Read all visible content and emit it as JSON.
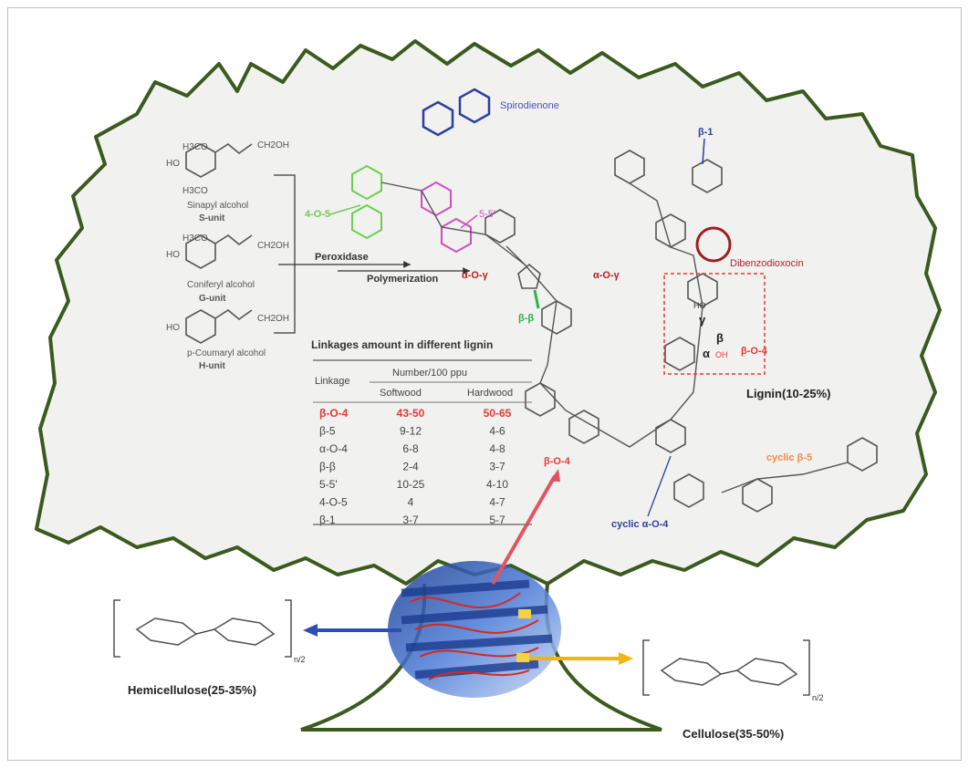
{
  "monomers": [
    {
      "formula_top": "H3CO",
      "formula_mid": "HO",
      "formula_bottom": "H3CO",
      "side": "CH2OH",
      "name": "Sinapyl alcohol",
      "unit": "S-unit"
    },
    {
      "formula_top": "H3CO",
      "formula_mid": "HO",
      "side": "CH2OH",
      "name": "Coniferyl alcohol",
      "unit": "G-unit"
    },
    {
      "formula_mid": "HO",
      "side": "CH2OH",
      "name": "p-Coumaryl alcohol",
      "unit": "H-unit"
    }
  ],
  "process": {
    "enzyme": "Peroxidase",
    "step": "Polymerization"
  },
  "linkage_labels": {
    "spiro": "Spirodienone",
    "l405": "4-O-5",
    "l55": "5-5'",
    "aoy1": "α-O-γ",
    "aoy2": "α-O-γ",
    "bb": "β-β",
    "b1": "β-1",
    "dbdo": "Dibenzodioxocin",
    "bo4_box": "β-O-4",
    "gamma": "γ",
    "beta": "β",
    "alpha": "α",
    "oh": "OH",
    "ho": "HO",
    "bo4_low": "β-O-4",
    "cyclic_a": "cyclic α-O-4",
    "cyclic_b": "cyclic β-5"
  },
  "table": {
    "title": "Linkages amount in different lignin",
    "col_linkage": "Linkage",
    "col_group": "Number/100 ppu",
    "col_soft": "Softwood",
    "col_hard": "Hardwood",
    "rows": [
      {
        "linkage": "β-O-4",
        "soft": "43-50",
        "hard": "50-65",
        "highlight": true
      },
      {
        "linkage": "β-5",
        "soft": "9-12",
        "hard": "4-6"
      },
      {
        "linkage": "α-O-4",
        "soft": "6-8",
        "hard": "4-8"
      },
      {
        "linkage": "β-β",
        "soft": "2-4",
        "hard": "3-7"
      },
      {
        "linkage": "5-5'",
        "soft": "10-25",
        "hard": "4-10"
      },
      {
        "linkage": "4-O-5",
        "soft": "4",
        "hard": "4-7"
      },
      {
        "linkage": "β-1",
        "soft": "3-7",
        "hard": "5-7"
      }
    ]
  },
  "components": {
    "lignin": "Lignin(10-25%)",
    "hemicellulose": "Hemicellulose(25-35%)",
    "cellulose": "Cellulose(35-50%)",
    "repeat": "n/2",
    "repeat2": "n/2"
  },
  "colors": {
    "tree": "#3b5a1e",
    "red": "#e53935",
    "blue": "#2c3e9e",
    "green": "#6ccf4b",
    "magenta": "#d04fc0",
    "orange": "#f08a4b",
    "yellow": "#f2b705"
  }
}
